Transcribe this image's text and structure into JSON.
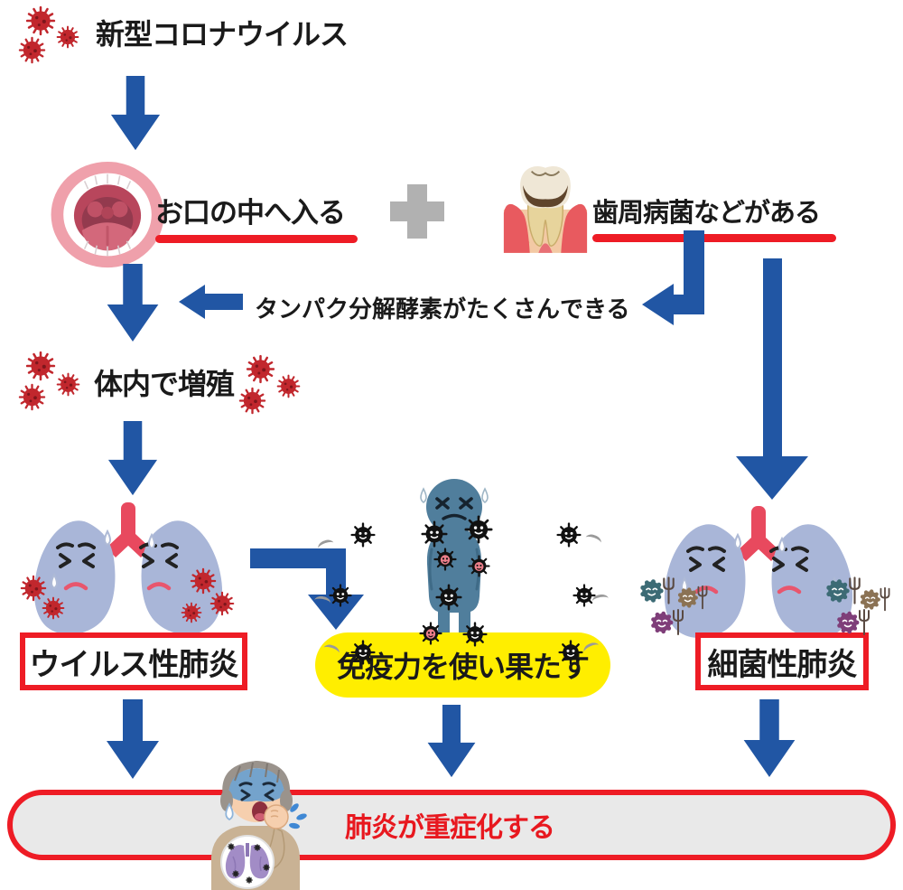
{
  "diagram": {
    "title": "新型コロナウイルス",
    "step_mouth": "お口の中へ入る",
    "step_perio": "歯周病菌などがある",
    "step_enzyme": "タンパク分解酵素がたくさんできる",
    "step_multiply": "体内で増殖",
    "box_viral": "ウイルス性肺炎",
    "box_immune": "免疫力を使い果たす",
    "box_bacterial": "細菌性肺炎",
    "banner_severe": "肺炎が重症化する"
  },
  "icons": {
    "coronavirus": "coronavirus-icon",
    "open_mouth": "open-mouth-icon",
    "decayed_tooth": "periodontitis-tooth-icon",
    "plus": "plus-icon",
    "sad_lungs": "sad-lungs-icon",
    "exhausted_person": "exhausted-person-icon",
    "germ": "germ-icon",
    "bacteria": "bacteria-icon",
    "coughing_person": "coughing-person-icon",
    "arrow_down": "arrow-down-icon",
    "arrow_left": "arrow-left-icon",
    "return_arrow": "return-arrow-icon",
    "elbow_arrow": "elbow-arrow-icon"
  },
  "colors": {
    "arrow_blue": "#2156a4",
    "virus_red": "#c1272d",
    "accent_red": "#ee1c25",
    "banner_text_red": "#e8181f",
    "highlight_yellow": "#ffee00",
    "banner_gray": "#e9e9e9",
    "plus_gray": "#b1b1b1",
    "lungs_blue": "#a9b6d8",
    "person_blue": "#507e9c"
  }
}
